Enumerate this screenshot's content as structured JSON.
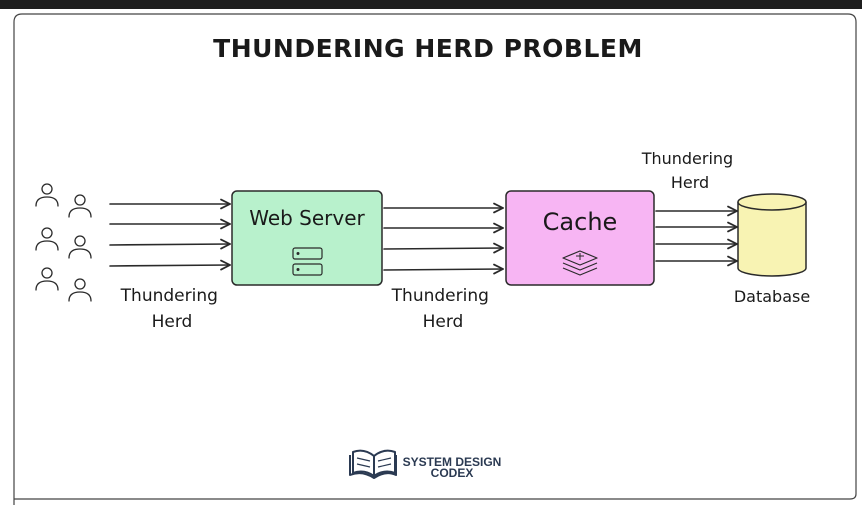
{
  "title": "THUNDERING HERD PROBLEM",
  "nodes": {
    "web_server": {
      "label": "Web Server",
      "fill": "#b8f1cc",
      "stroke": "#2a2a2a"
    },
    "cache": {
      "label": "Cache",
      "fill": "#f7b5f3",
      "stroke": "#2a2a2a"
    },
    "database": {
      "label": "Database",
      "fill": "#f8f3b3",
      "stroke": "#2a2a2a"
    }
  },
  "edge_labels": {
    "users_to_server": {
      "line1": "Thundering",
      "line2": "Herd"
    },
    "server_to_cache": {
      "line1": "Thundering",
      "line2": "Herd"
    },
    "cache_to_db": {
      "line1": "Thundering",
      "line2": "Herd"
    }
  },
  "logo": {
    "line1": "SYSTEM DESIGN",
    "line2": "CODEX"
  },
  "icons": {
    "users": "user-icon",
    "server": "server-rack-icon",
    "cache": "redis-stack-icon",
    "logo": "open-book-icon"
  },
  "colors": {
    "frame": "#444444",
    "topbar": "#1e1e1e",
    "ink": "#2a2a2a",
    "logo_ink": "#2b3a52"
  }
}
